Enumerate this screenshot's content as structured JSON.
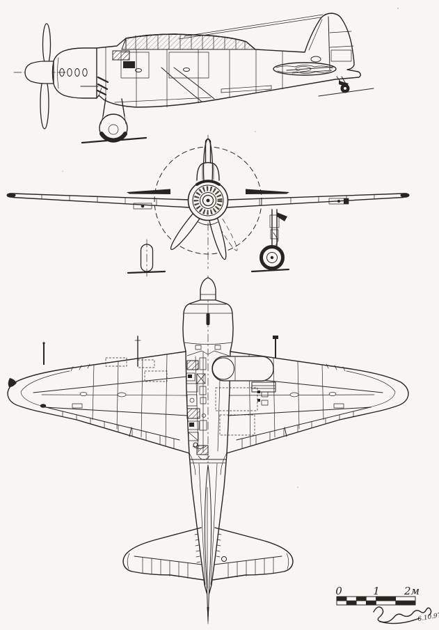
{
  "colors": {
    "ink": "#28241f",
    "paper": "#f7f6f1"
  },
  "scale_bar": {
    "tick_0": "0",
    "tick_1": "1",
    "tick_2": "2м"
  },
  "signature": {
    "date": "6.10.97"
  }
}
